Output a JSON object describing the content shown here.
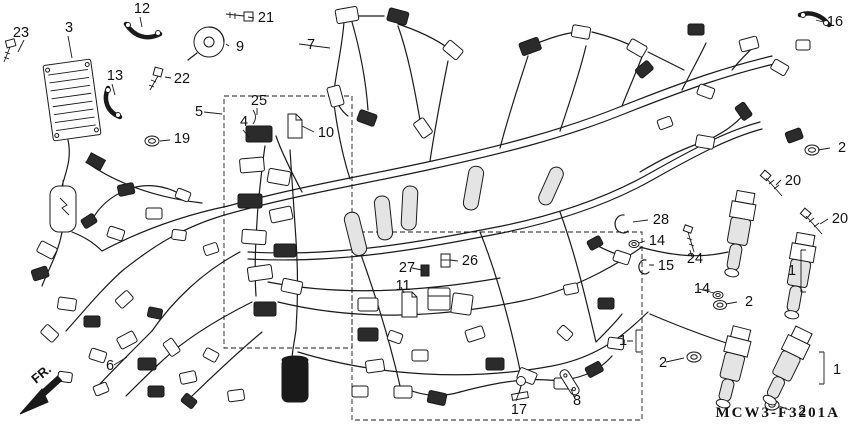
{
  "figure": {
    "part_code": "MCW3-F3201A",
    "fr_label": "FR.",
    "background_color": "#ffffff",
    "line_color": "#1a1a1a"
  },
  "callouts": [
    {
      "n": "23"
    },
    {
      "n": "3"
    },
    {
      "n": "12"
    },
    {
      "n": "21"
    },
    {
      "n": "9"
    },
    {
      "n": "13"
    },
    {
      "n": "22"
    },
    {
      "n": "7"
    },
    {
      "n": "5"
    },
    {
      "n": "25"
    },
    {
      "n": "4"
    },
    {
      "n": "10"
    },
    {
      "n": "19"
    },
    {
      "n": "16"
    },
    {
      "n": "2"
    },
    {
      "n": "20"
    },
    {
      "n": "20"
    },
    {
      "n": "28"
    },
    {
      "n": "14"
    },
    {
      "n": "24"
    },
    {
      "n": "15"
    },
    {
      "n": "14"
    },
    {
      "n": "2"
    },
    {
      "n": "1"
    },
    {
      "n": "26"
    },
    {
      "n": "27"
    },
    {
      "n": "11"
    },
    {
      "n": "1"
    },
    {
      "n": "2"
    },
    {
      "n": "1"
    },
    {
      "n": "2"
    },
    {
      "n": "6"
    },
    {
      "n": "17"
    },
    {
      "n": "8"
    }
  ]
}
